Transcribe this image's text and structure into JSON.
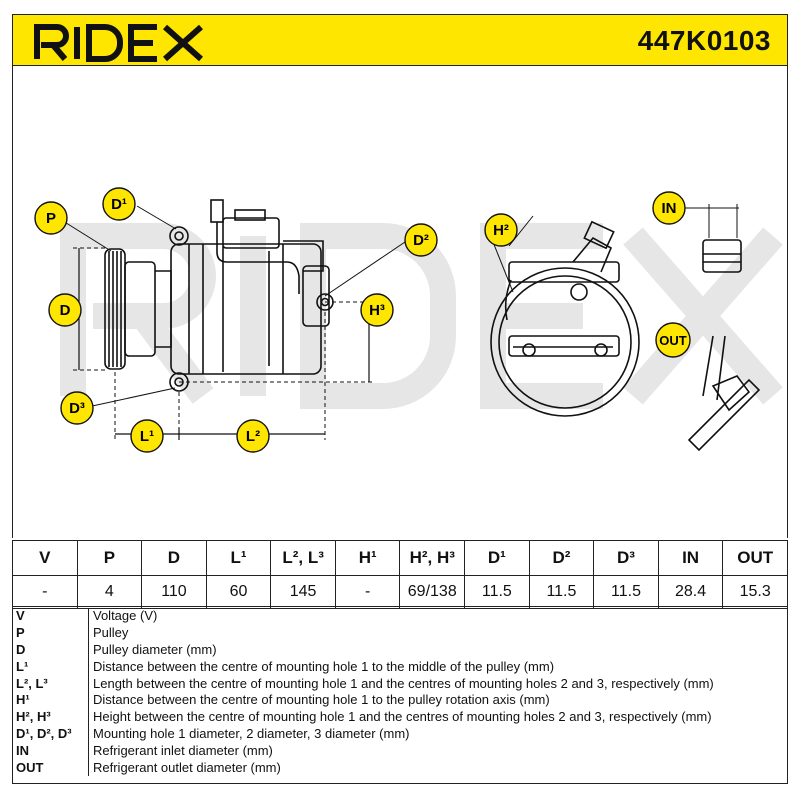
{
  "header": {
    "brand": "RIDEX",
    "part_number": "447K0103"
  },
  "drawing": {
    "watermark": "RIDEX",
    "labels": {
      "P": "P",
      "D1": "D¹",
      "D": "D",
      "D3": "D³",
      "L1": "L¹",
      "L2": "L²",
      "D2": "D²",
      "H3": "H³",
      "H2": "H²",
      "IN": "IN",
      "OUT": "OUT"
    }
  },
  "specs": {
    "headers": [
      "V",
      "P",
      "D",
      "L¹",
      "L², L³",
      "H¹",
      "H², H³",
      "D¹",
      "D²",
      "D³",
      "IN",
      "OUT"
    ],
    "values": [
      "-",
      "4",
      "110",
      "60",
      "145",
      "-",
      "69/138",
      "11.5",
      "11.5",
      "11.5",
      "28.4",
      "15.3"
    ]
  },
  "legend": [
    {
      "symbol": "V",
      "text": "Voltage (V)"
    },
    {
      "symbol": "P",
      "text": "Pulley"
    },
    {
      "symbol": "D",
      "text": "Pulley diameter (mm)"
    },
    {
      "symbol": "L¹",
      "text": "Distance between the centre of mounting hole 1 to the middle of the pulley (mm)"
    },
    {
      "symbol": "L², L³",
      "text": "Length between the centre of mounting hole 1 and the centres of mounting holes 2 and 3, respectively (mm)"
    },
    {
      "symbol": "H¹",
      "text": "Distance between the centre of mounting hole 1 to the pulley rotation axis (mm)"
    },
    {
      "symbol": "H², H³",
      "text": "Height between the centre of mounting hole 1 and the centres of mounting holes 2 and 3, respectively (mm)"
    },
    {
      "symbol": "D¹, D², D³",
      "text": "Mounting hole 1 diameter, 2 diameter, 3 diameter (mm)"
    },
    {
      "symbol": "IN",
      "text": "Refrigerant inlet diameter (mm)"
    },
    {
      "symbol": "OUT",
      "text": "Refrigerant outlet diameter (mm)"
    }
  ],
  "colors": {
    "brand_yellow": "#ffe600",
    "badge_yellow": "#ffe600",
    "line": "#222222",
    "watermark": "#e6e6e6"
  }
}
